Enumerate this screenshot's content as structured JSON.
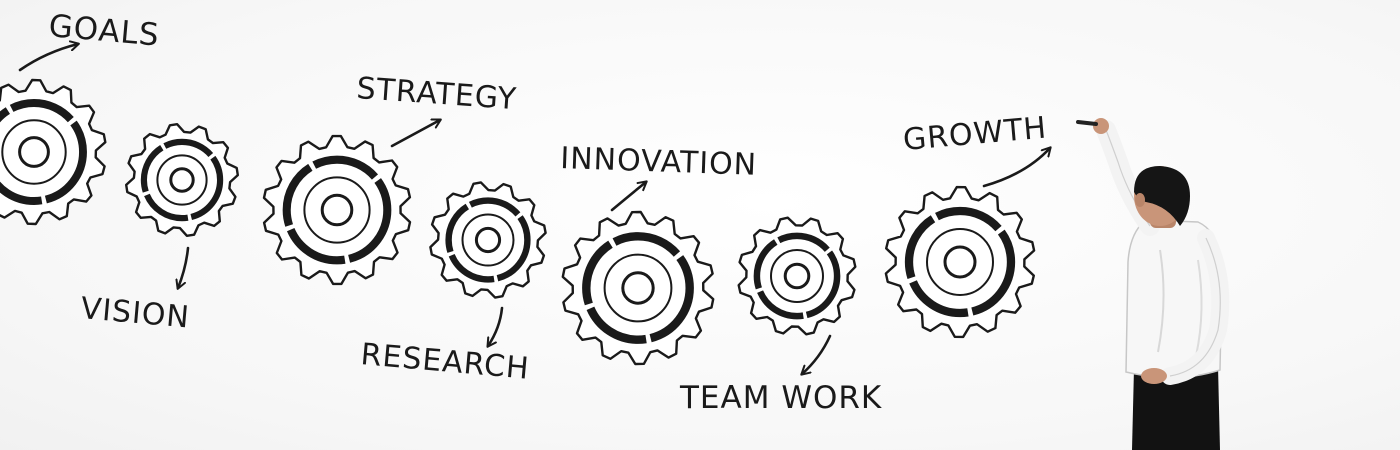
{
  "labels": {
    "goals": "GOALS",
    "strategy": "STRATEGY",
    "innovation": "INNOVATION",
    "growth": "GROWTH",
    "vision": "VISION",
    "research": "RESEARCH",
    "team_work": "TEAM WORK"
  },
  "colors": {
    "ink": "#1a1a1a",
    "background": "#ffffff",
    "shirt": "#f7f7f7",
    "trousers": "#121212",
    "hair": "#151515",
    "skin": "#c99579"
  },
  "icons": [
    "gear-icon",
    "arrow-icon",
    "marker-icon"
  ]
}
